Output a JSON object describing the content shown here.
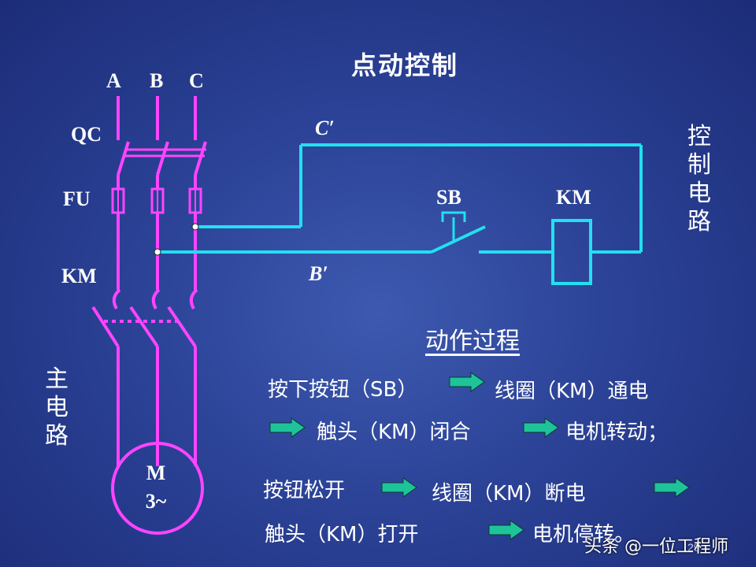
{
  "title": "点动控制",
  "phases": [
    "A",
    "B",
    "C"
  ],
  "labels": {
    "qc": "QC",
    "fu": "FU",
    "km_main": "KM",
    "c_prime": "C′",
    "b_prime": "B′",
    "sb": "SB",
    "km_coil": "KM"
  },
  "motor": {
    "line1": "M",
    "line2": "3~"
  },
  "side_labels": {
    "control_circuit": [
      "控",
      "制",
      "电",
      "路"
    ],
    "main_circuit": [
      "主",
      "电",
      "路"
    ]
  },
  "process": {
    "heading": "动作过程",
    "rows": [
      {
        "a": "按下按钮（SB）",
        "b": "线圈（KM）通电"
      },
      {
        "a": "触头（KM）闭合",
        "b": "电机转动；"
      },
      {
        "a": "按钮松开",
        "b": "线圈（KM）断电"
      },
      {
        "a": "触头（KM）打开",
        "b": "电机停转。"
      }
    ]
  },
  "watermark": "头条 @一位工程师",
  "page_number": "29",
  "colors": {
    "main_circuit": "#ff44ff",
    "control_circuit": "#22e0f0",
    "arrow_fill": "#1fc39a",
    "background": "#2b4296"
  }
}
